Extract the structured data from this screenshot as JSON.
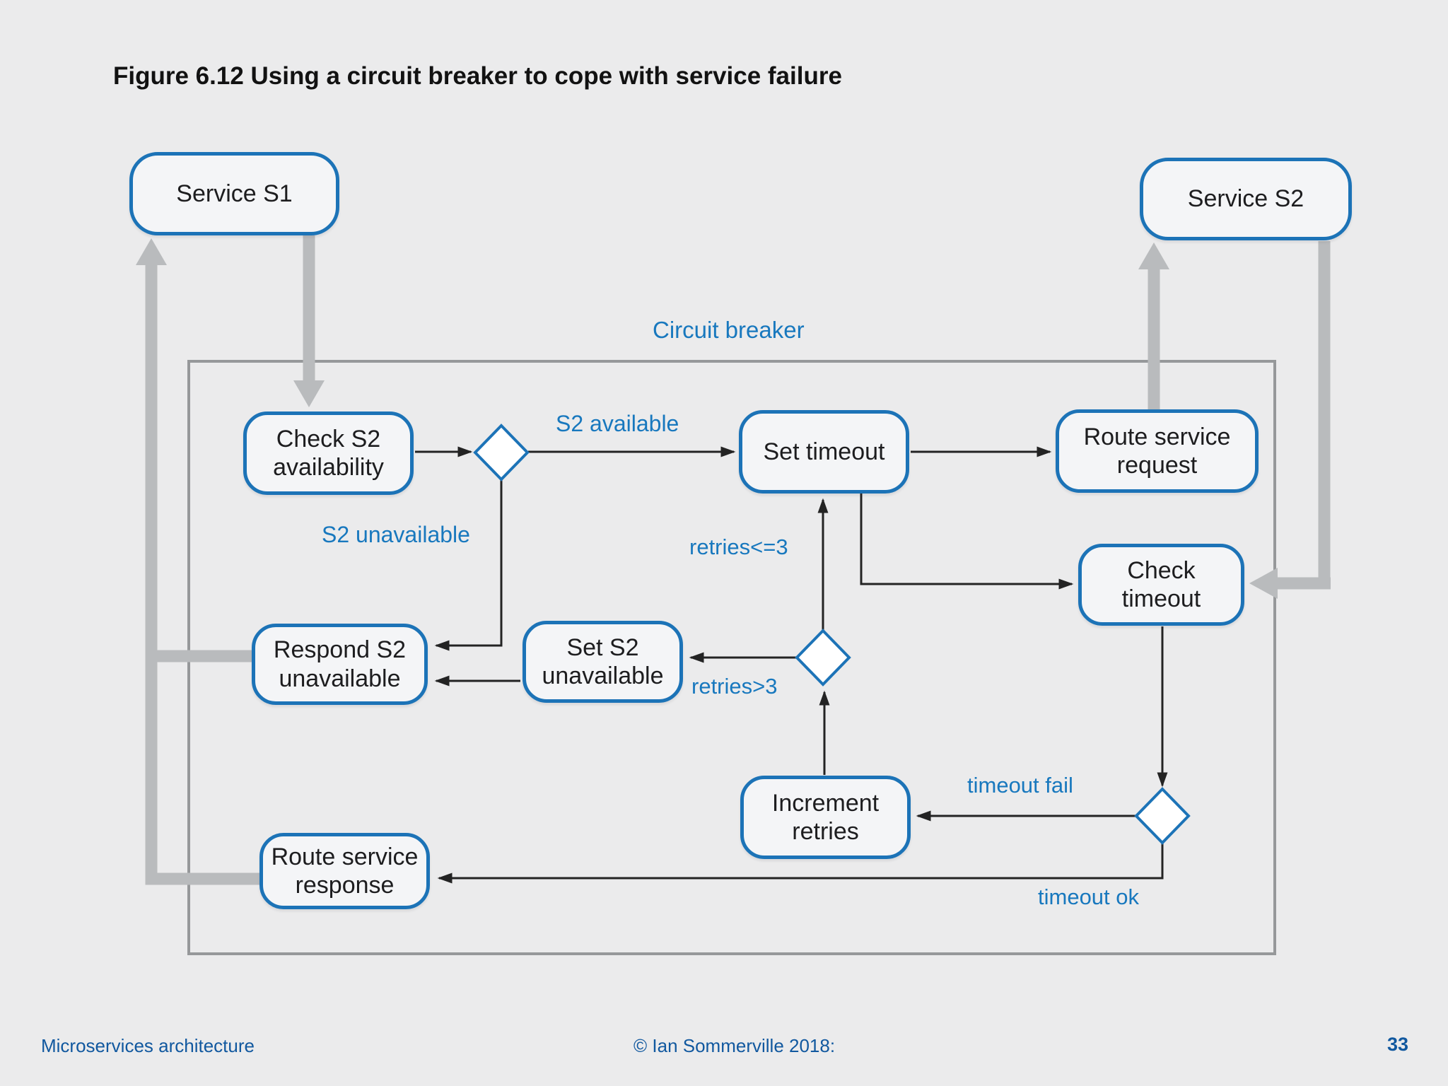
{
  "title": "Figure 6.12 Using a circuit breaker to cope with service failure",
  "outer_group_label": "Circuit breaker",
  "nodes": {
    "service_s1": {
      "label": "Service S1"
    },
    "service_s2": {
      "label": "Service S2"
    },
    "check_s2_availability": {
      "label": "Check S2\navailability"
    },
    "set_timeout": {
      "label": "Set timeout"
    },
    "route_service_request": {
      "label": "Route service\nrequest"
    },
    "check_timeout": {
      "label": "Check\ntimeout"
    },
    "respond_s2_unavailable": {
      "label": "Respond S2\nunavailable"
    },
    "set_s2_unavailable": {
      "label": "Set S2\nunavailable"
    },
    "increment_retries": {
      "label": "Increment\nretries"
    },
    "route_service_response": {
      "label": "Route service\nresponse"
    }
  },
  "edge_labels": {
    "s2_available": "S2 available",
    "s2_unavailable": "S2 unavailable",
    "retries_le_3": "retries<=3",
    "retries_gt_3": "retries>3",
    "timeout_fail": "timeout fail",
    "timeout_ok": "timeout ok"
  },
  "footer": {
    "left": "Microservices architecture",
    "center": "© Ian Sommerville 2018:",
    "page": "33"
  },
  "colors": {
    "background": "#ebebec",
    "node_border_blue": "#1c73b7",
    "node_fill": "#f4f5f7",
    "label_blue": "#1878be",
    "thick_arrow_gray": "#b9bbbd",
    "group_border_gray": "#96989a",
    "thin_line_black": "#232323",
    "footer_blue": "#11589f"
  }
}
